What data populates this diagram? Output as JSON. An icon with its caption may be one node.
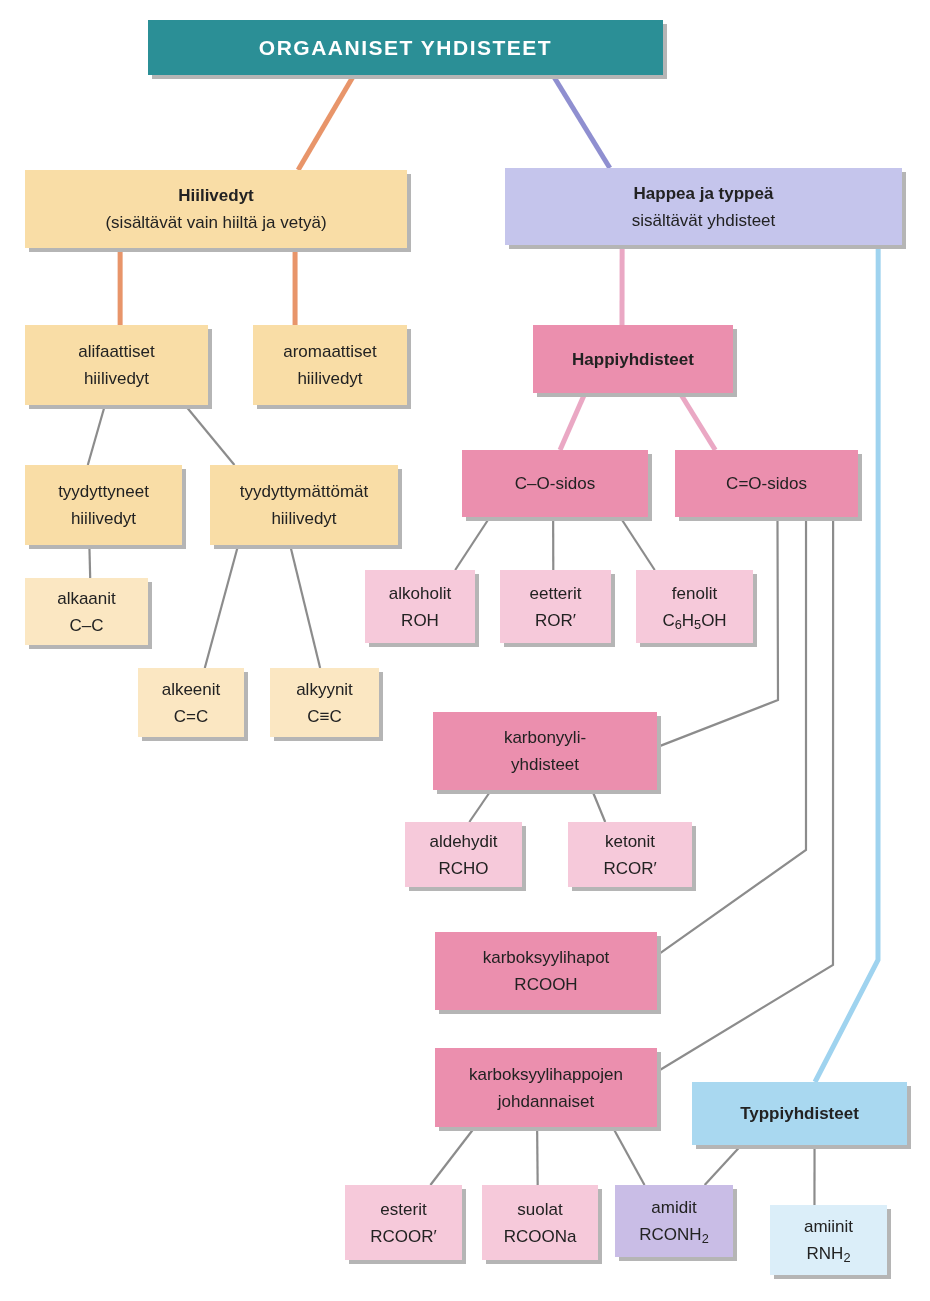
{
  "diagram": {
    "nodes": [
      {
        "text": [
          "ORGAANISET YHDISTEET"
        ]
      },
      {
        "text": [
          "Hiilivedyt",
          "(sisältävät vain hiiltä ja vetyä)"
        ]
      },
      {
        "text": [
          "Happea ja typpeä",
          "sisältävät yhdisteet"
        ]
      },
      {
        "text": [
          "alifaattiset hiilivedyt"
        ]
      },
      {
        "text": [
          "aromaattiset hiilivedyt"
        ]
      },
      {
        "text": [
          "Happiyhdisteet"
        ]
      },
      {
        "text": [
          "tyydyttyneet hiilivedyt"
        ]
      },
      {
        "text": [
          "tyydyttymättömät hiilivedyt"
        ]
      },
      {
        "text": [
          "C–O-sidos"
        ]
      },
      {
        "text": [
          "C=O-sidos"
        ]
      },
      {
        "text": [
          "alkaanit",
          "C–C"
        ]
      },
      {
        "text": [
          "alkoholit",
          "ROH"
        ]
      },
      {
        "text": [
          "eetterit",
          "ROR′"
        ]
      },
      {
        "text": [
          "fenolit",
          "C$_{6}$H$_{5}$OH"
        ]
      },
      {
        "text": [
          "alkeenit",
          "C=C"
        ]
      },
      {
        "text": [
          "alkyynit",
          "C≡C"
        ]
      },
      {
        "text": [
          "karbonyyli- yhdisteet"
        ]
      },
      {
        "text": [
          "aldehydit",
          "RCHO"
        ]
      },
      {
        "text": [
          "ketonit",
          "RCOR′"
        ]
      },
      {
        "text": [
          "karboksyylihapot",
          "RCOOH"
        ]
      },
      {
        "text": [
          "karboksyylihappojen johdannaiset"
        ]
      },
      {
        "text": [
          "Typpiyhdisteet"
        ]
      },
      {
        "text": [
          "esterit",
          "RCOOR′"
        ]
      },
      {
        "text": [
          "suolat",
          "RCOONa"
        ]
      },
      {
        "text": [
          "amidit",
          "RCONH$_{2}$"
        ]
      },
      {
        "text": [
          "amiinit",
          "RNH$_{2}$"
        ]
      }
    ],
    "edges": [
      {
        "from": 0,
        "to": 1,
        "arrow": "none",
        "style": "thick",
        "color": "#e8956a"
      },
      {
        "from": 0,
        "to": 2,
        "arrow": "none",
        "style": "thick",
        "color": "#8f8fd0"
      },
      {
        "from": 1,
        "to": 3,
        "arrow": "none",
        "style": "thick",
        "color": "#e8956a"
      },
      {
        "from": 1,
        "to": 4,
        "arrow": "none",
        "style": "thick",
        "color": "#e8956a"
      },
      {
        "from": 2,
        "to": 5,
        "arrow": "none",
        "style": "thick",
        "color": "#eaa8c4"
      },
      {
        "from": 2,
        "to": 21,
        "arrow": "none",
        "style": "thick",
        "color": "#9fd3ef"
      },
      {
        "from": 3,
        "to": 6,
        "arrow": "none"
      },
      {
        "from": 3,
        "to": 7,
        "arrow": "none"
      },
      {
        "from": 5,
        "to": 8,
        "arrow": "none",
        "style": "thick",
        "color": "#eaa8c4"
      },
      {
        "from": 5,
        "to": 9,
        "arrow": "none",
        "style": "thick",
        "color": "#eaa8c4"
      },
      {
        "from": 6,
        "to": 10,
        "arrow": "none"
      },
      {
        "from": 7,
        "to": 14,
        "arrow": "none"
      },
      {
        "from": 7,
        "to": 15,
        "arrow": "none"
      },
      {
        "from": 8,
        "to": 11,
        "arrow": "none"
      },
      {
        "from": 8,
        "to": 12,
        "arrow": "none"
      },
      {
        "from": 8,
        "to": 13,
        "arrow": "none"
      },
      {
        "from": 9,
        "to": 16,
        "arrow": "none"
      },
      {
        "from": 9,
        "to": 19,
        "arrow": "none"
      },
      {
        "from": 9,
        "to": 20,
        "arrow": "none"
      },
      {
        "from": 16,
        "to": 17,
        "arrow": "none"
      },
      {
        "from": 16,
        "to": 18,
        "arrow": "none"
      },
      {
        "from": 20,
        "to": 22,
        "arrow": "none"
      },
      {
        "from": 20,
        "to": 23,
        "arrow": "none"
      },
      {
        "from": 20,
        "to": 24,
        "arrow": "none"
      },
      {
        "from": 21,
        "to": 24,
        "arrow": "none"
      },
      {
        "from": 21,
        "to": 25,
        "arrow": "none"
      }
    ]
  }
}
